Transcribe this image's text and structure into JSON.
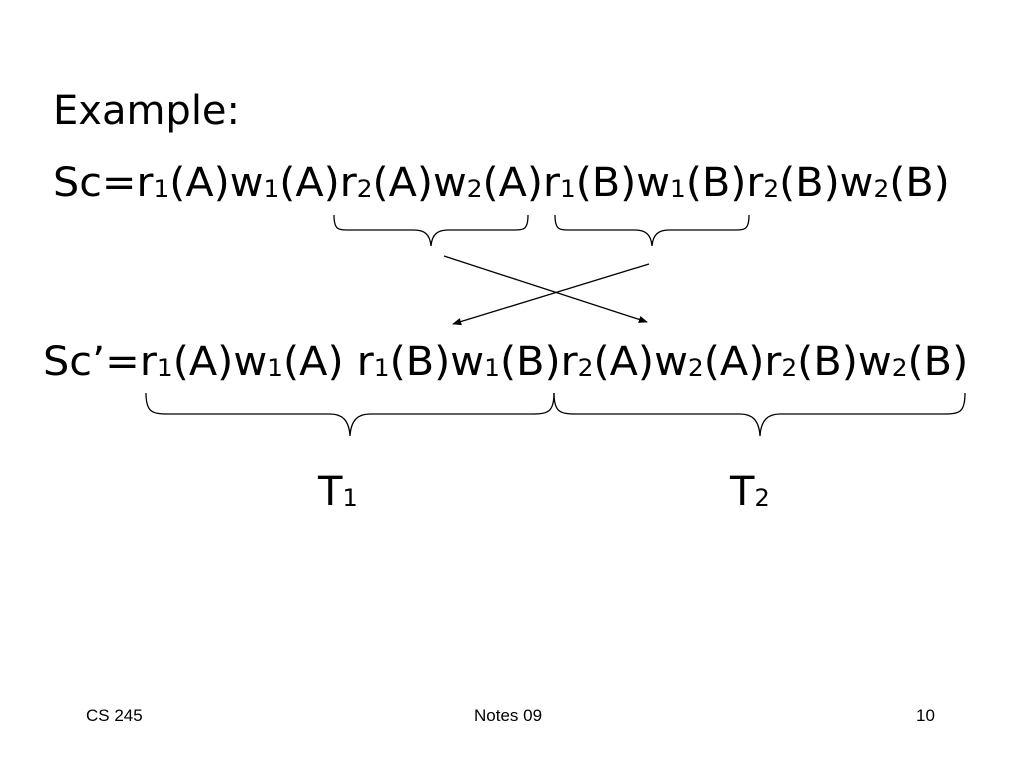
{
  "slide": {
    "heading": "Example:",
    "schedule": {
      "label": "Sc=",
      "ops": [
        {
          "op": "r",
          "tx": "1",
          "item": "(A)"
        },
        {
          "op": "w",
          "tx": "1",
          "item": "(A)"
        },
        {
          "op": "r",
          "tx": "2",
          "item": "(A)"
        },
        {
          "op": "w",
          "tx": "2",
          "item": "(A)"
        },
        {
          "op": "r",
          "tx": "1",
          "item": "(B)"
        },
        {
          "op": "w",
          "tx": "1",
          "item": "(B)"
        },
        {
          "op": "r",
          "tx": "2",
          "item": "(B)"
        },
        {
          "op": "w",
          "tx": "2",
          "item": "(B)"
        }
      ]
    },
    "serial_schedule": {
      "label": "Sc’=",
      "ops": [
        {
          "op": "r",
          "tx": "1",
          "item": "(A)"
        },
        {
          "op": "w",
          "tx": "1",
          "item": "(A) "
        },
        {
          "op": "r",
          "tx": "1",
          "item": "(B)"
        },
        {
          "op": "w",
          "tx": "1",
          "item": "(B)"
        },
        {
          "op": "r",
          "tx": "2",
          "item": "(A)"
        },
        {
          "op": "w",
          "tx": "2",
          "item": "(A)"
        },
        {
          "op": "r",
          "tx": "2",
          "item": "(B)"
        },
        {
          "op": "w",
          "tx": "2",
          "item": "(B)"
        }
      ]
    },
    "transactions": [
      {
        "name": "T",
        "sub": "1"
      },
      {
        "name": "T",
        "sub": "2"
      }
    ]
  },
  "footer": {
    "course": "CS 245",
    "title": "Notes 09",
    "page": "10"
  }
}
